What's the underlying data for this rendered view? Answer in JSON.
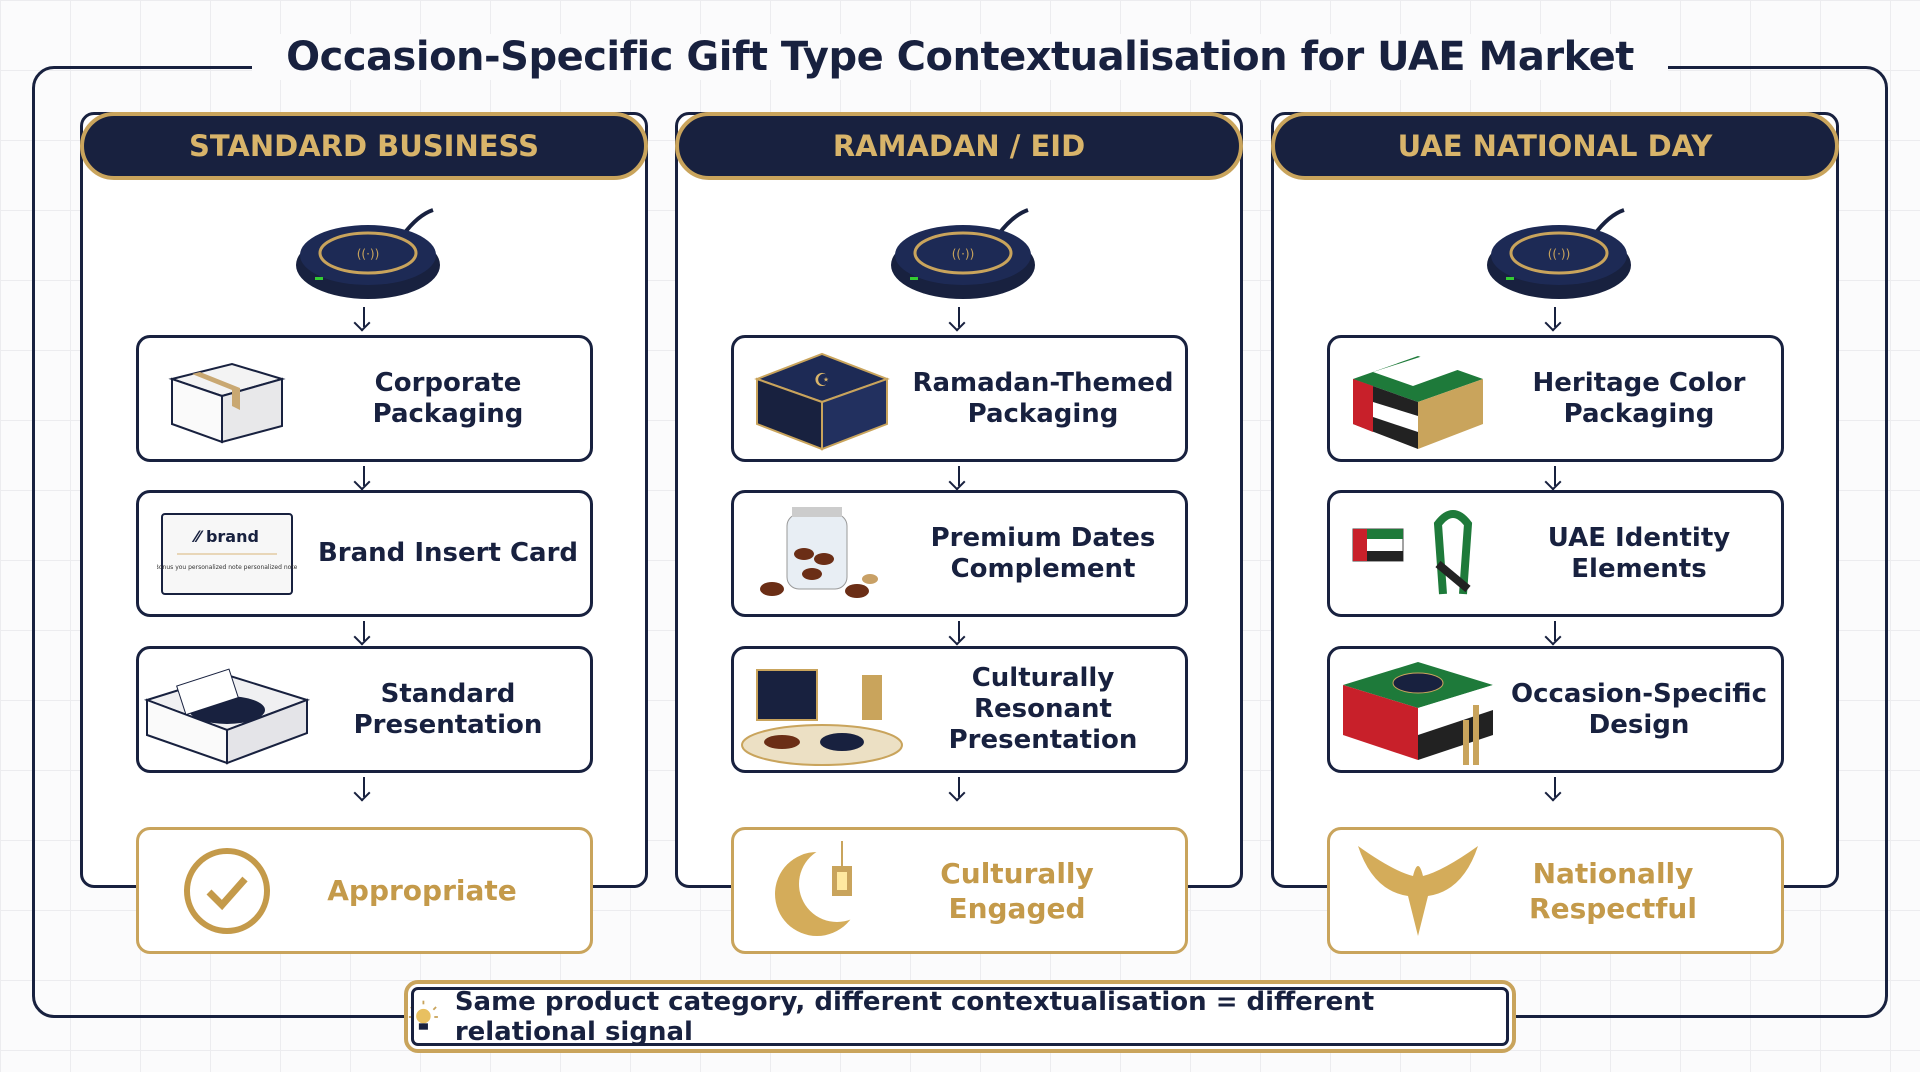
{
  "title": "Occasion-Specific Gift Type Contextualisation for UAE Market",
  "columns": [
    {
      "header": "STANDARD BUSINESS",
      "cards": [
        "Corporate Packaging",
        "Brand Insert Card",
        "Standard Presentation"
      ],
      "result": "Appropriate",
      "icons": [
        "plain-box-icon",
        "brand-card-icon",
        "open-box-icon",
        "checkmark-circle-icon"
      ],
      "brand_card": {
        "logo": "brand",
        "note": "Bonus you personalized note personalized note."
      }
    },
    {
      "header": "RAMADAN / EID",
      "cards": [
        "Ramadan-Themed Packaging",
        "Premium Dates Complement",
        "Culturally Resonant Presentation"
      ],
      "result": "Culturally Engaged",
      "icons": [
        "ramadan-box-icon",
        "dates-jar-icon",
        "lantern-tray-icon",
        "crescent-lantern-icon"
      ]
    },
    {
      "header": "UAE NATIONAL DAY",
      "cards": [
        "Heritage Color Packaging",
        "UAE Identity Elements",
        "Occasion-Specific Design"
      ],
      "result": "Nationally Respectful",
      "icons": [
        "uae-flag-box-icon",
        "flag-ribbon-icon",
        "flag-gift-box-icon",
        "falcon-emblem-icon"
      ]
    }
  ],
  "footer": {
    "text": "Same product category, different contextualisation = different relational signal",
    "icon": "lightbulb-icon"
  },
  "colors": {
    "navy": "#18213f",
    "gold": "#c9a45c",
    "uae_green": "#1e7a3a",
    "uae_red": "#c8202a"
  }
}
